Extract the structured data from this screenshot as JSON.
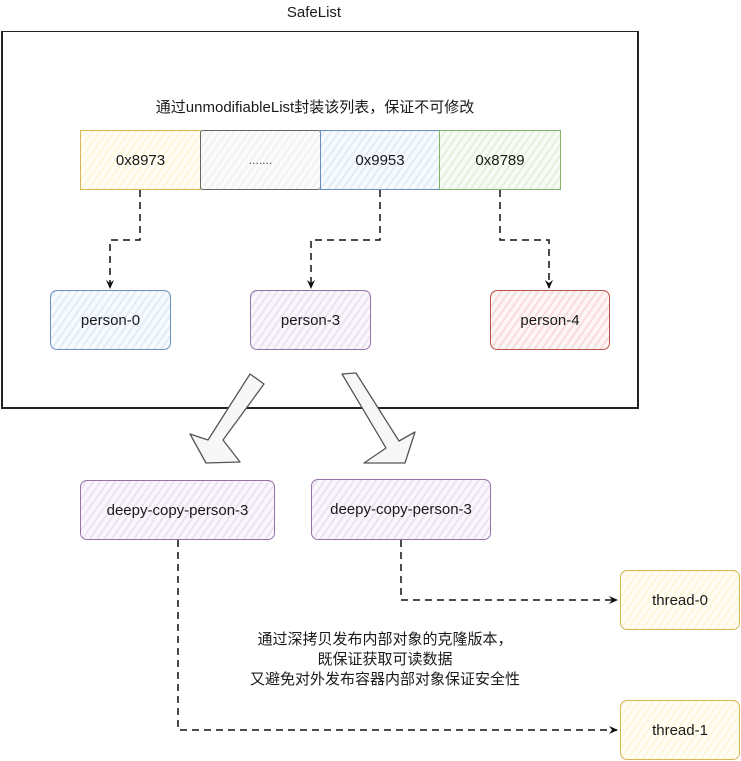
{
  "diagram": {
    "title": "SafeList",
    "container_note": "通过unmodifiableList封装该列表，保证不可修改",
    "list_cells": [
      {
        "label": "0x8973",
        "color": "#d6b656"
      },
      {
        "label": ".......",
        "color": "#666666"
      },
      {
        "label": "0x9953",
        "color": "#6c8ebf"
      },
      {
        "label": "0x8789",
        "color": "#82b366"
      }
    ],
    "persons": [
      {
        "label": "person-0",
        "color": "#6c8ebf"
      },
      {
        "label": "person-3",
        "color": "#9673a6"
      },
      {
        "label": "person-4",
        "color": "#b85450"
      }
    ],
    "copies": [
      {
        "label": "deepy-copy-person-3",
        "color": "#9673a6"
      },
      {
        "label": "deepy-copy-person-3",
        "color": "#9673a6"
      }
    ],
    "threads": [
      {
        "label": "thread-0",
        "color": "#d6b656"
      },
      {
        "label": "thread-1",
        "color": "#d6b656"
      }
    ],
    "explanation_lines": [
      "通过深拷贝发布内部对象的克隆版本，",
      "既保证获取可读数据",
      "又避免对外发布容器内部对象保证安全性"
    ],
    "edges": [
      {
        "from": "0x8973",
        "to": "person-0",
        "style": "dashed"
      },
      {
        "from": "0x9953",
        "to": "person-3",
        "style": "dashed"
      },
      {
        "from": "0x8789",
        "to": "person-4",
        "style": "dashed"
      },
      {
        "from": "person-3",
        "to": "deepy-copy-person-3 (left)",
        "style": "block-arrow"
      },
      {
        "from": "person-3",
        "to": "deepy-copy-person-3 (right)",
        "style": "block-arrow"
      },
      {
        "from": "deepy-copy-person-3 (right)",
        "to": "thread-0",
        "style": "dashed"
      },
      {
        "from": "deepy-copy-person-3 (left)",
        "to": "thread-1",
        "style": "dashed"
      }
    ]
  }
}
